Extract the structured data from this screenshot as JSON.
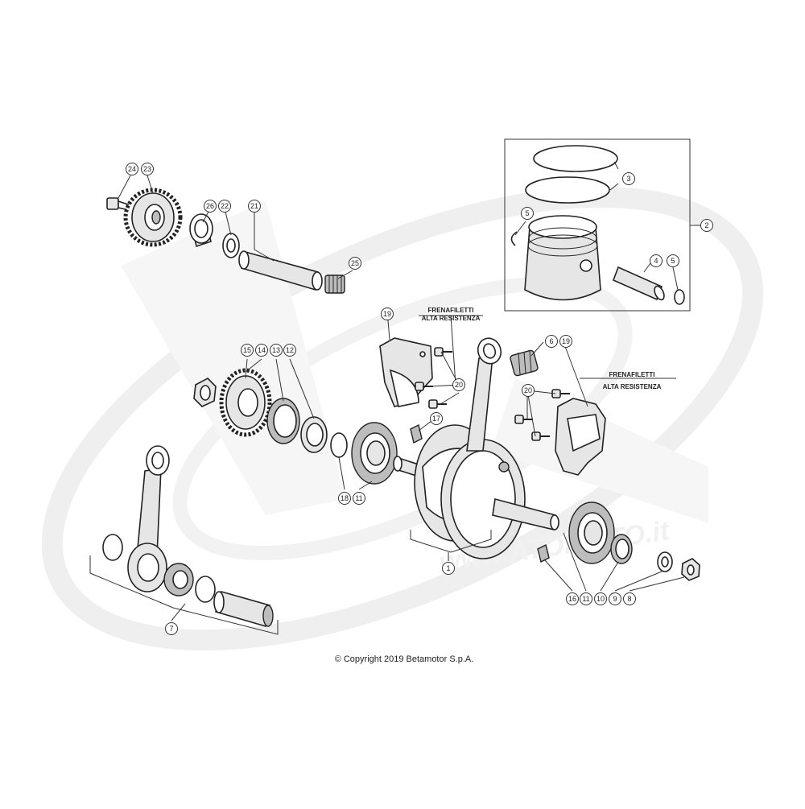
{
  "diagram": {
    "copyright": "© Copyright 2019 Betamotor S.p.A.",
    "notes": [
      {
        "id": "note-left",
        "line1": "FRENAFILETTI",
        "line2": "ALTA RESISTENZA"
      },
      {
        "id": "note-right",
        "line1": "FRENAFILETTI",
        "line2": "ALTA RESISTENZA"
      }
    ],
    "watermark_text": "www.ATOMOTO.it",
    "callouts": [
      {
        "id": "c24",
        "label": "24"
      },
      {
        "id": "c23",
        "label": "23"
      },
      {
        "id": "c26",
        "label": "26"
      },
      {
        "id": "c22",
        "label": "22"
      },
      {
        "id": "c21",
        "label": "21"
      },
      {
        "id": "c25",
        "label": "25"
      },
      {
        "id": "c3",
        "label": "3"
      },
      {
        "id": "c5a",
        "label": "5"
      },
      {
        "id": "c2",
        "label": "2"
      },
      {
        "id": "c4",
        "label": "4"
      },
      {
        "id": "c5b",
        "label": "5"
      },
      {
        "id": "c19a",
        "label": "19"
      },
      {
        "id": "c6",
        "label": "6"
      },
      {
        "id": "c19b",
        "label": "19"
      },
      {
        "id": "c15",
        "label": "15"
      },
      {
        "id": "c14",
        "label": "14"
      },
      {
        "id": "c13",
        "label": "13"
      },
      {
        "id": "c12",
        "label": "12"
      },
      {
        "id": "c20a",
        "label": "20"
      },
      {
        "id": "c20b",
        "label": "20"
      },
      {
        "id": "c17",
        "label": "17"
      },
      {
        "id": "c18",
        "label": "18"
      },
      {
        "id": "c11a",
        "label": "11"
      },
      {
        "id": "c1",
        "label": "1"
      },
      {
        "id": "c7",
        "label": "7"
      },
      {
        "id": "c16",
        "label": "16"
      },
      {
        "id": "c11b",
        "label": "11"
      },
      {
        "id": "c10",
        "label": "10"
      },
      {
        "id": "c9",
        "label": "9"
      },
      {
        "id": "c8",
        "label": "8"
      }
    ]
  }
}
